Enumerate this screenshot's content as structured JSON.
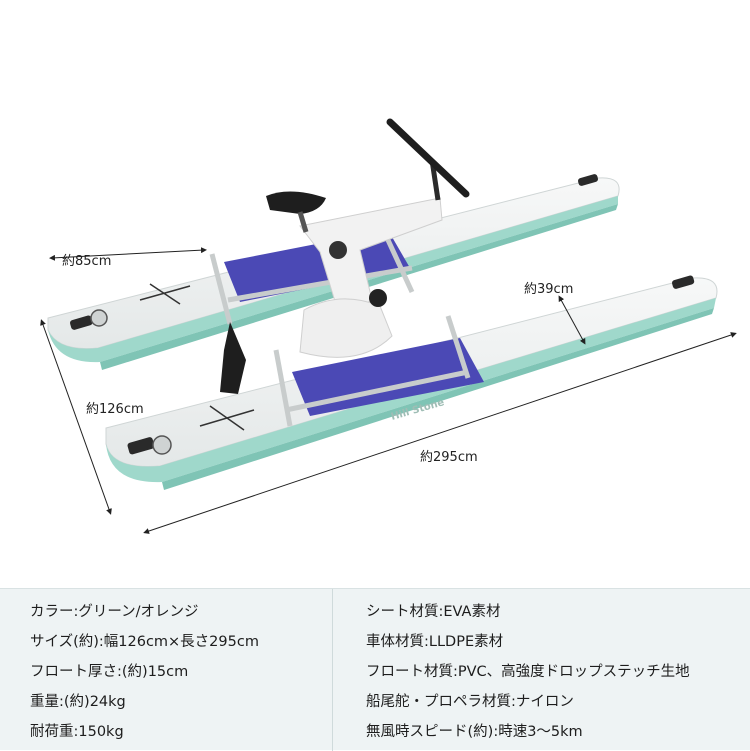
{
  "dimensions": {
    "width": "約85cm",
    "length_total": "約295cm",
    "overall_width": "約126cm",
    "float_width": "約39cm"
  },
  "brand_text": "Hill Stone",
  "colors": {
    "float_body": "#eef1f0",
    "float_trim": "#9fd8cb",
    "deck_pad": "#4b49b5",
    "frame": "#f2f2f2",
    "spec_panel_bg": "#eef3f4"
  },
  "specs_left": [
    "カラー:グリーン/オレンジ",
    "サイズ(約):幅126cm×長さ295cm",
    "フロート厚さ:(約)15cm",
    "重量:(約)24kg",
    "耐荷重:150kg"
  ],
  "specs_right": [
    "シート材質:EVA素材",
    "車体材質:LLDPE素材",
    "フロート材質:PVC、高強度ドロップステッチ生地",
    "船尾舵・プロペラ材質:ナイロン",
    "無風時スピード(約):時速3～5km"
  ]
}
